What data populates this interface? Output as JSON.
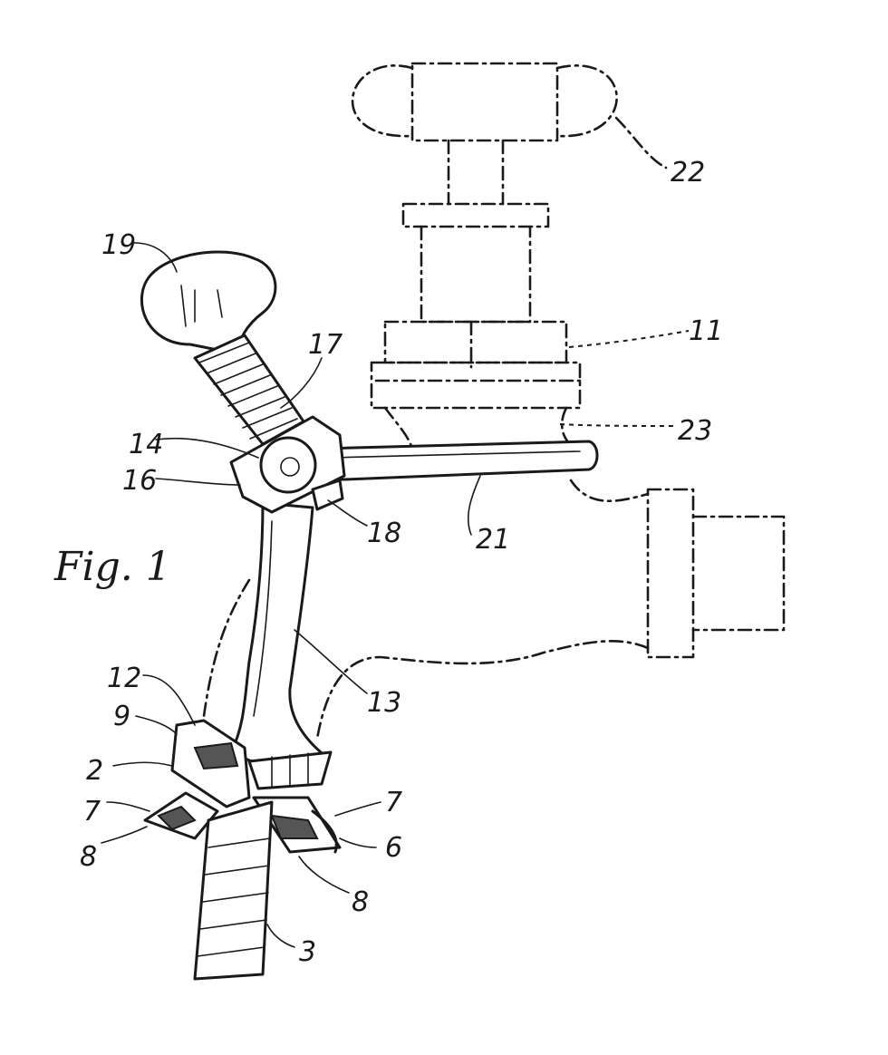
{
  "figure": {
    "title": "Fig. 1",
    "reference_numerals": {
      "n2": "2",
      "n3": "3",
      "n6": "6",
      "n7_left": "7",
      "n7_right": "7",
      "n8_left": "8",
      "n8_right": "8",
      "n9": "9",
      "n11": "11",
      "n12": "12",
      "n13": "13",
      "n14": "14",
      "n16": "16",
      "n17": "17",
      "n18": "18",
      "n19": "19",
      "n21": "21",
      "n22": "22",
      "n23": "23"
    }
  }
}
